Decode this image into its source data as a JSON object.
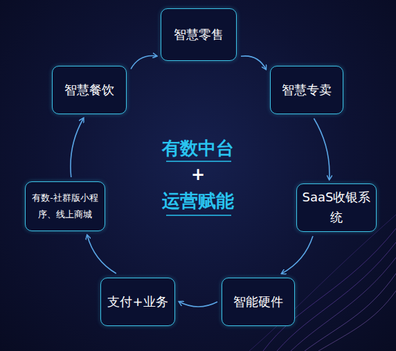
{
  "diagram": {
    "nodes": [
      {
        "text": [
          "智慧零售"
        ]
      },
      {
        "text": [
          "智慧专卖"
        ]
      },
      {
        "text": [
          "SaaS收银系统"
        ]
      },
      {
        "text": [
          "智能硬件"
        ]
      },
      {
        "text": [
          "支付+业务"
        ]
      },
      {
        "text": [
          "有数-社群版小程序、线上商城"
        ]
      },
      {
        "text": [
          "智慧餐饮"
        ]
      }
    ],
    "edges": [
      {
        "from": 6,
        "to": 0,
        "arrow": "to"
      },
      {
        "from": 0,
        "to": 1,
        "arrow": "to"
      },
      {
        "from": 1,
        "to": 2,
        "arrow": "to"
      },
      {
        "from": 2,
        "to": 3,
        "arrow": "to"
      },
      {
        "from": 3,
        "to": 4,
        "arrow": "to"
      },
      {
        "from": 4,
        "to": 5,
        "arrow": "to"
      },
      {
        "from": 5,
        "to": 6,
        "arrow": "to"
      }
    ],
    "labels": [
      "有数中台",
      "+",
      "运营赋能"
    ]
  }
}
